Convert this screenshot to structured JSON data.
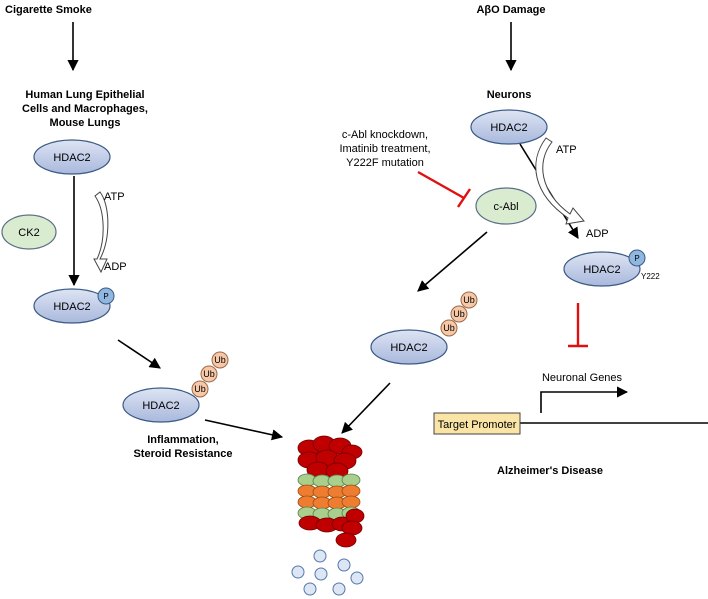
{
  "left": {
    "trigger": "Cigarette Smoke",
    "cells_line1": "Human Lung Epithelial",
    "cells_line2": "Cells and Macrophages,",
    "cells_line3": "Mouse Lungs",
    "hdac_label": "HDAC2",
    "kinase": "CK2",
    "atp": "ATP",
    "adp": "ADP",
    "phospho_label": "P",
    "ub_label": "Ub",
    "outcome_line1": "Inflammation,",
    "outcome_line2": "Steroid Resistance"
  },
  "right": {
    "trigger": "AβO Damage",
    "cells": "Neurons",
    "hdac_label": "HDAC2",
    "kinase": "c-Abl",
    "inhibitor_line1": "c-Abl knockdown,",
    "inhibitor_line2": "Imatinib treatment,",
    "inhibitor_line3": "Y222F mutation",
    "atp": "ATP",
    "adp": "ADP",
    "phospho_label": "P",
    "phospho_site": "Y222",
    "ub_label": "Ub",
    "genes": "Neuronal Genes",
    "promoter": "Target Promoter",
    "disease": "Alzheimer's Disease"
  },
  "colors": {
    "hdac_fill_top": "#dde4f3",
    "hdac_fill_bottom": "#a9b8dc",
    "inhibition": "#e01010",
    "promoter_fill": "#fbe5a6"
  }
}
